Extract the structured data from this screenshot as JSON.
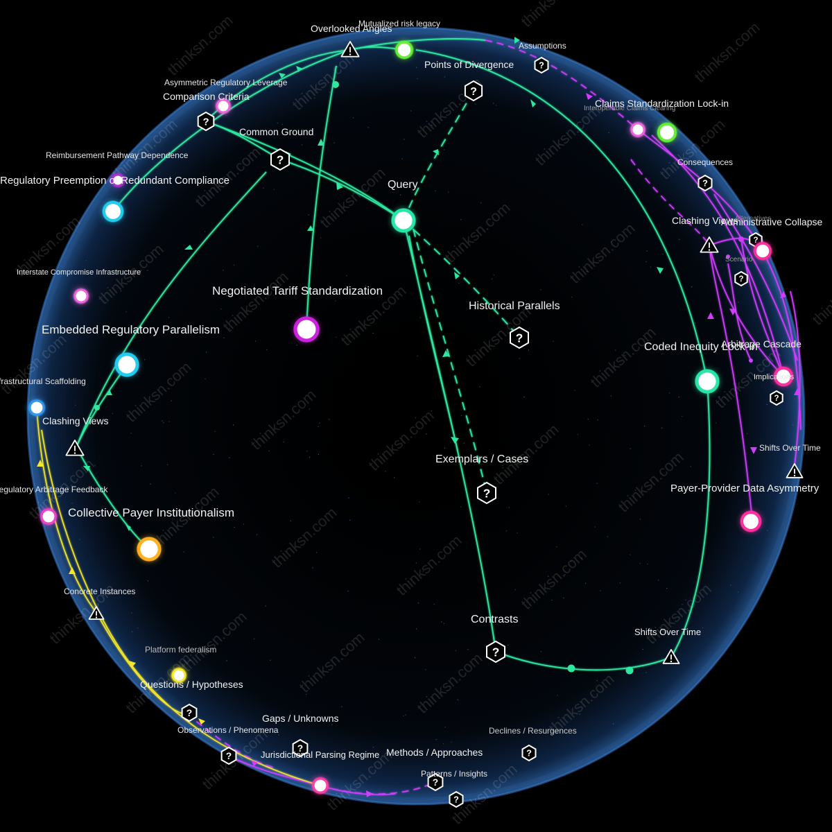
{
  "watermark": "thinksn.com",
  "colors": {
    "green_edge": "#2ee8a0",
    "magenta_edge": "#d23cff",
    "yellow_edge": "#f5e62a",
    "sphere_rim": "#3a78c8",
    "background": "#000000"
  },
  "nodes": {
    "query": {
      "label": "Query",
      "color": "#27e6a8"
    },
    "negotiated_tariff": {
      "label": "Negotiated Tariff Standardization",
      "color": "#cc22dd"
    },
    "embedded_regulatory": {
      "label": "Embedded Regulatory Parallelism",
      "color": "#22ccee"
    },
    "collective_payer": {
      "label": "Collective Payer Institutionalism",
      "color": "#ffb020"
    },
    "regulatory_preemption": {
      "label": "Regulatory Preemption of Redundant Compliance",
      "color": "#22ccee"
    },
    "coded_inequity": {
      "label": "Coded Inequity Lock-in",
      "color": "#27e6a8"
    },
    "payer_provider": {
      "label": "Payer-Provider Data Asymmetry",
      "color": "#ff2fa0"
    },
    "claims_standardization": {
      "label": "Claims Standardization Lock-in",
      "color": "#66ee33"
    },
    "mutualized_risk": {
      "label": "Mutualized risk legacy",
      "color": "#66ee33"
    },
    "asymmetric_regulatory": {
      "label": "Asymmetric Regulatory Leverage",
      "color": "#ee66dd"
    },
    "reimbursement_pathway": {
      "label": "Reimbursement Pathway Dependence",
      "color": "#aa33cc"
    },
    "interstate_compromise": {
      "label": "Interstate Compromise Infrastructure",
      "color": "#ee66dd"
    },
    "infrastructural_scaffolding": {
      "label": "Infrastructural Scaffolding",
      "color": "#3399ee"
    },
    "regulatory_arbitrage_feedback": {
      "label": "Regulatory Arbitrage Feedback",
      "color": "#ee44cc"
    },
    "platform_federalism": {
      "label": "Platform federalism",
      "color": "#f5e62a"
    },
    "jurisdictional_parsing": {
      "label": "Jurisdictional Parsing Regime",
      "color": "#ff3fa8"
    },
    "administrative_collapse": {
      "label": "Administrative Collapse",
      "color": "#ff2fa0"
    },
    "arbitrage_cascade": {
      "label": "Arbitrage Cascade",
      "color": "#ff2fa0"
    },
    "interoperable_claims": {
      "label": "Interoperable Claims Clearing",
      "color": "#ee66dd"
    }
  },
  "hubs": {
    "points_of_divergence": "Points of Divergence",
    "common_ground": "Common Ground",
    "comparison_criteria": "Comparison Criteria",
    "historical_parallels": "Historical Parallels",
    "exemplars_cases": "Exemplars / Cases",
    "contrasts": "Contrasts",
    "clashing_views_left": "Clashing Views",
    "overlooked_angles": "Overlooked Angles",
    "assumptions": "Assumptions",
    "consequences": "Consequences",
    "clashing_views_right": "Clashing Views",
    "alternatives": "Alternatives",
    "scenario": "Scenario",
    "implications": "Implications",
    "shifts_over_time_right": "Shifts Over Time",
    "shifts_over_time_bottom": "Shifts Over Time",
    "concrete_instances": "Concrete Instances",
    "questions_hypotheses": "Questions / Hypotheses",
    "observations_phenomena": "Observations / Phenomena",
    "gaps_unknowns": "Gaps / Unknowns",
    "methods_approaches": "Methods / Approaches",
    "patterns_insights": "Patterns / Insights",
    "declines_resurgences": "Declines / Resurgences"
  }
}
